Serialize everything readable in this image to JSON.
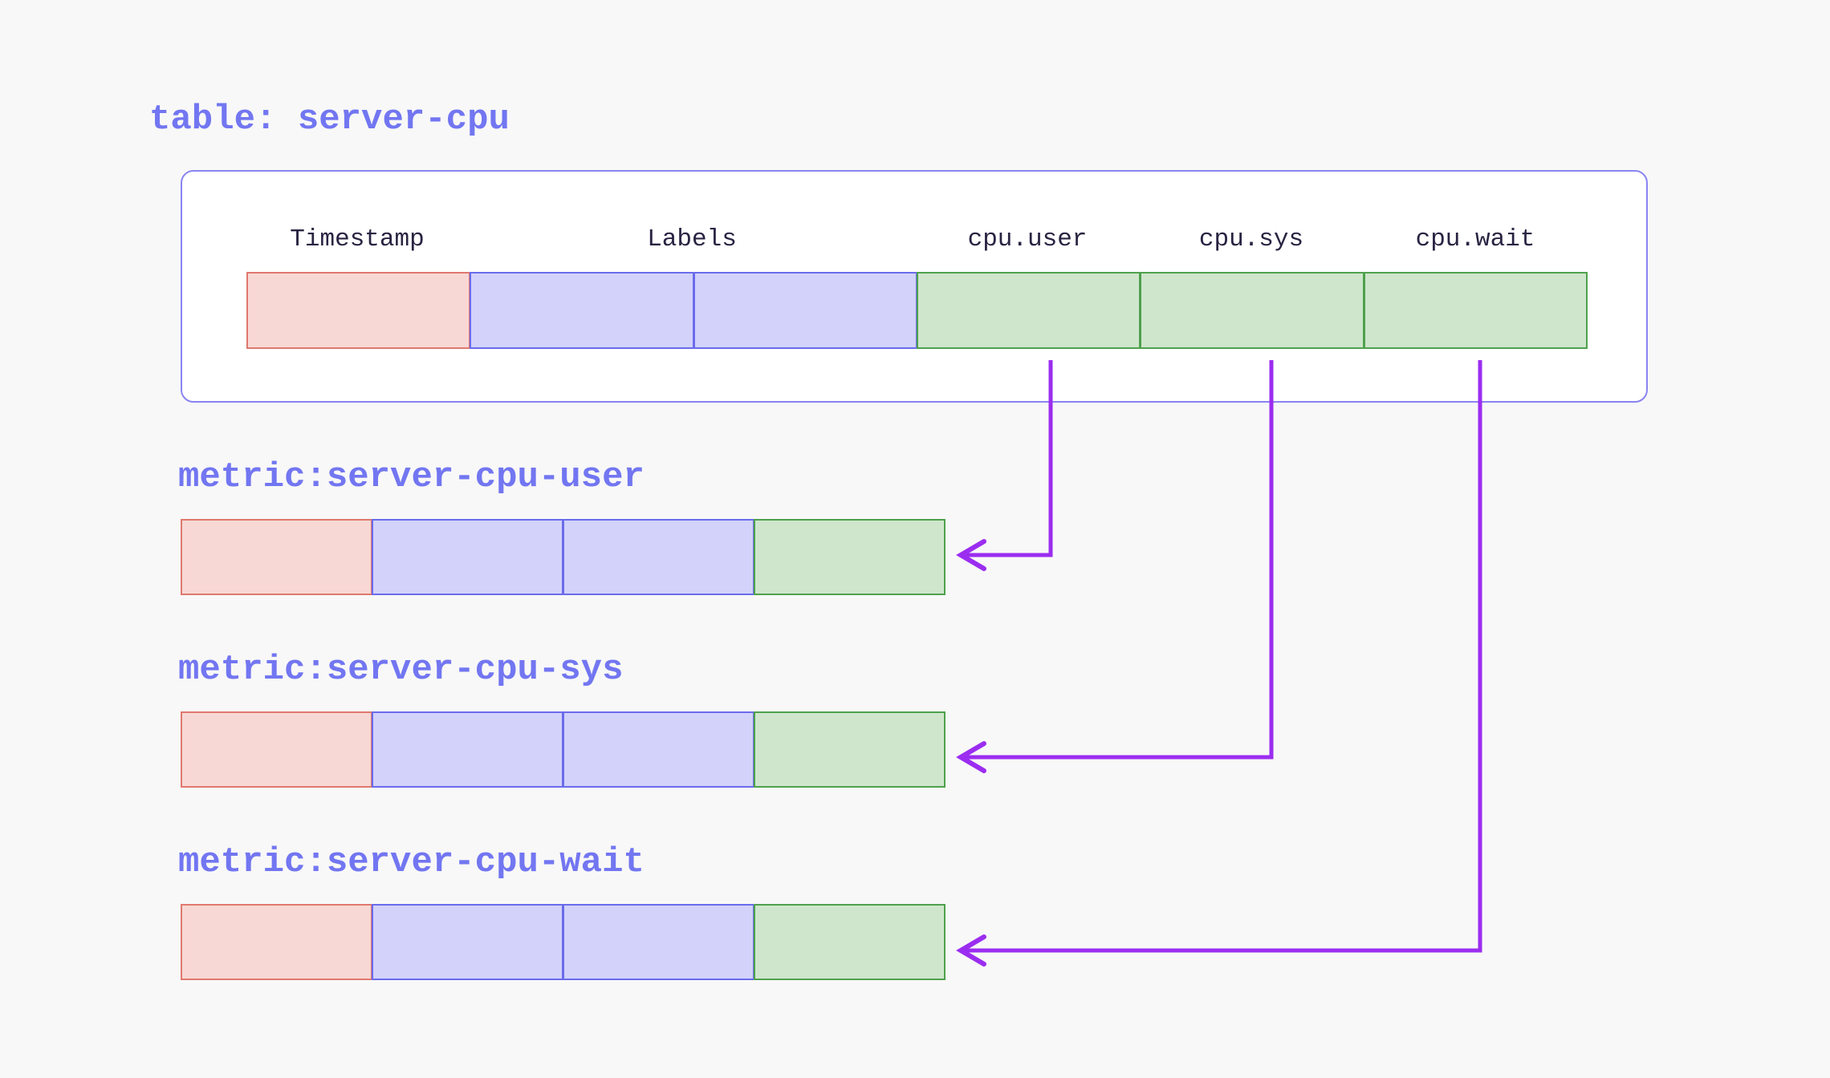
{
  "diagram": {
    "title": "table: server-cpu",
    "table": {
      "columns": [
        {
          "label": "Timestamp",
          "kind": "timestamp"
        },
        {
          "label": "Labels",
          "kind": "labels"
        },
        {
          "label": "cpu.user",
          "kind": "value"
        },
        {
          "label": "cpu.sys",
          "kind": "value"
        },
        {
          "label": "cpu.wait",
          "kind": "value"
        }
      ],
      "cell_kinds": [
        "timestamp",
        "label",
        "label",
        "value",
        "value",
        "value"
      ]
    },
    "metrics": [
      {
        "label": "metric:server-cpu-user",
        "arrow_from_column": "cpu.user"
      },
      {
        "label": "metric:server-cpu-sys",
        "arrow_from_column": "cpu.sys"
      },
      {
        "label": "metric:server-cpu-wait",
        "arrow_from_column": "cpu.wait"
      }
    ],
    "colors": {
      "background": "#f8f8f8",
      "accent_text": "#7276f1",
      "header_text": "#2a2342",
      "box_border": "#8a84f0",
      "box_background": "#ffffff",
      "timestamp_fill": "#f8d8d4",
      "timestamp_border": "#e0786f",
      "label_fill": "#d2d2fa",
      "label_border": "#6b6bec",
      "value_fill": "#cfe6cc",
      "value_border": "#4ea14e",
      "arrow": "#9b2df0"
    }
  }
}
